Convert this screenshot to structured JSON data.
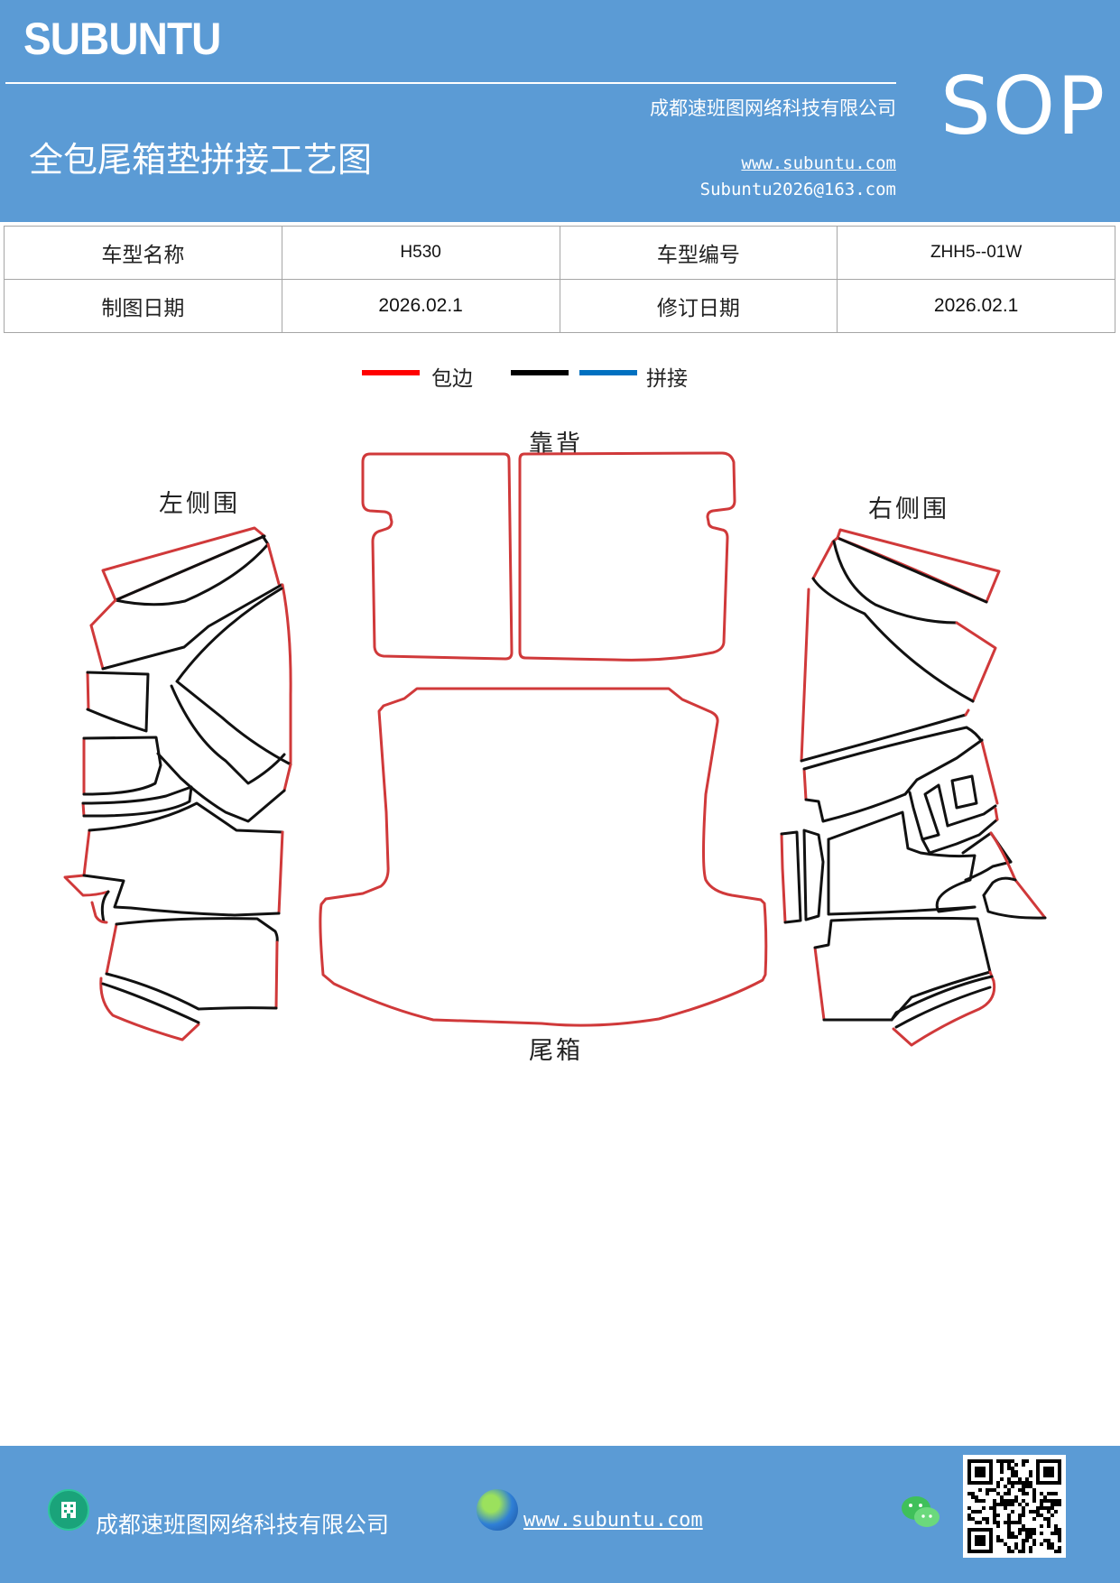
{
  "header": {
    "brand": "SUBUNTU",
    "company": "成都速班图网络科技有限公司",
    "title": "全包尾箱垫拼接工艺图",
    "website": "www.subuntu.com",
    "email": "Subuntu2026@163.com",
    "badge": "SOP"
  },
  "info": {
    "model_name_label": "车型名称",
    "model_name": "H530",
    "model_code_label": "车型编号",
    "model_code": "ZHH5--01W",
    "draw_date_label": "制图日期",
    "draw_date": "2026.02.1",
    "revise_date_label": "修订日期",
    "revise_date": "2026.02.1"
  },
  "legend": {
    "wrap_label": "包边",
    "splice_label": "拼接",
    "colors": {
      "wrap": "#ff0000",
      "join_black": "#000000",
      "join_blue": "#0070c0"
    }
  },
  "diagram": {
    "left_label": "左侧围",
    "back_label": "靠背",
    "right_label": "右侧围",
    "trunk_label": "尾箱",
    "colors": {
      "edge": "#d0393a",
      "seam": "#111111"
    }
  },
  "footer": {
    "company": "成都速班图网络科技有限公司",
    "website": "www.subuntu.com",
    "icons": [
      "building-icon",
      "globe-icon",
      "wechat-icon",
      "qr-code"
    ]
  }
}
